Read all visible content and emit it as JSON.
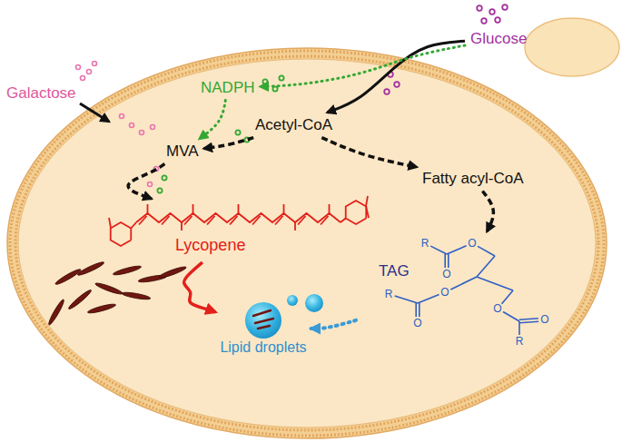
{
  "diagram": {
    "nodes": [
      {
        "text": [
          "Glucose"
        ]
      },
      {
        "text": [
          "Galactose"
        ]
      },
      {
        "text": [
          "NADPH"
        ]
      },
      {
        "text": [
          "Acetyl-CoA"
        ]
      },
      {
        "text": [
          "MVA"
        ]
      },
      {
        "text": [
          "Fatty acyl-CoA"
        ]
      },
      {
        "text": [
          "Lycopene"
        ]
      },
      {
        "text": [
          "TAG"
        ]
      },
      {
        "text": [
          "Lipid droplets"
        ]
      }
    ],
    "edges": [
      {
        "from": 0,
        "to": 3,
        "arrow": "to"
      },
      {
        "from": 0,
        "to": 2,
        "arrow": "to"
      },
      {
        "from": 2,
        "to": 4,
        "arrow": "to"
      },
      {
        "from": 3,
        "to": 4,
        "arrow": "to"
      },
      {
        "from": 3,
        "to": 5,
        "arrow": "to"
      },
      {
        "from": 5,
        "to": 7,
        "arrow": "to"
      },
      {
        "from": 4,
        "to": 6,
        "arrow": "to"
      },
      {
        "from": 6,
        "to": 8,
        "arrow": "to"
      },
      {
        "from": 7,
        "to": 8,
        "arrow": "to"
      }
    ],
    "labels": [
      "R",
      "O",
      "O",
      "O",
      "O",
      "R",
      "O",
      "O",
      "R"
    ]
  }
}
